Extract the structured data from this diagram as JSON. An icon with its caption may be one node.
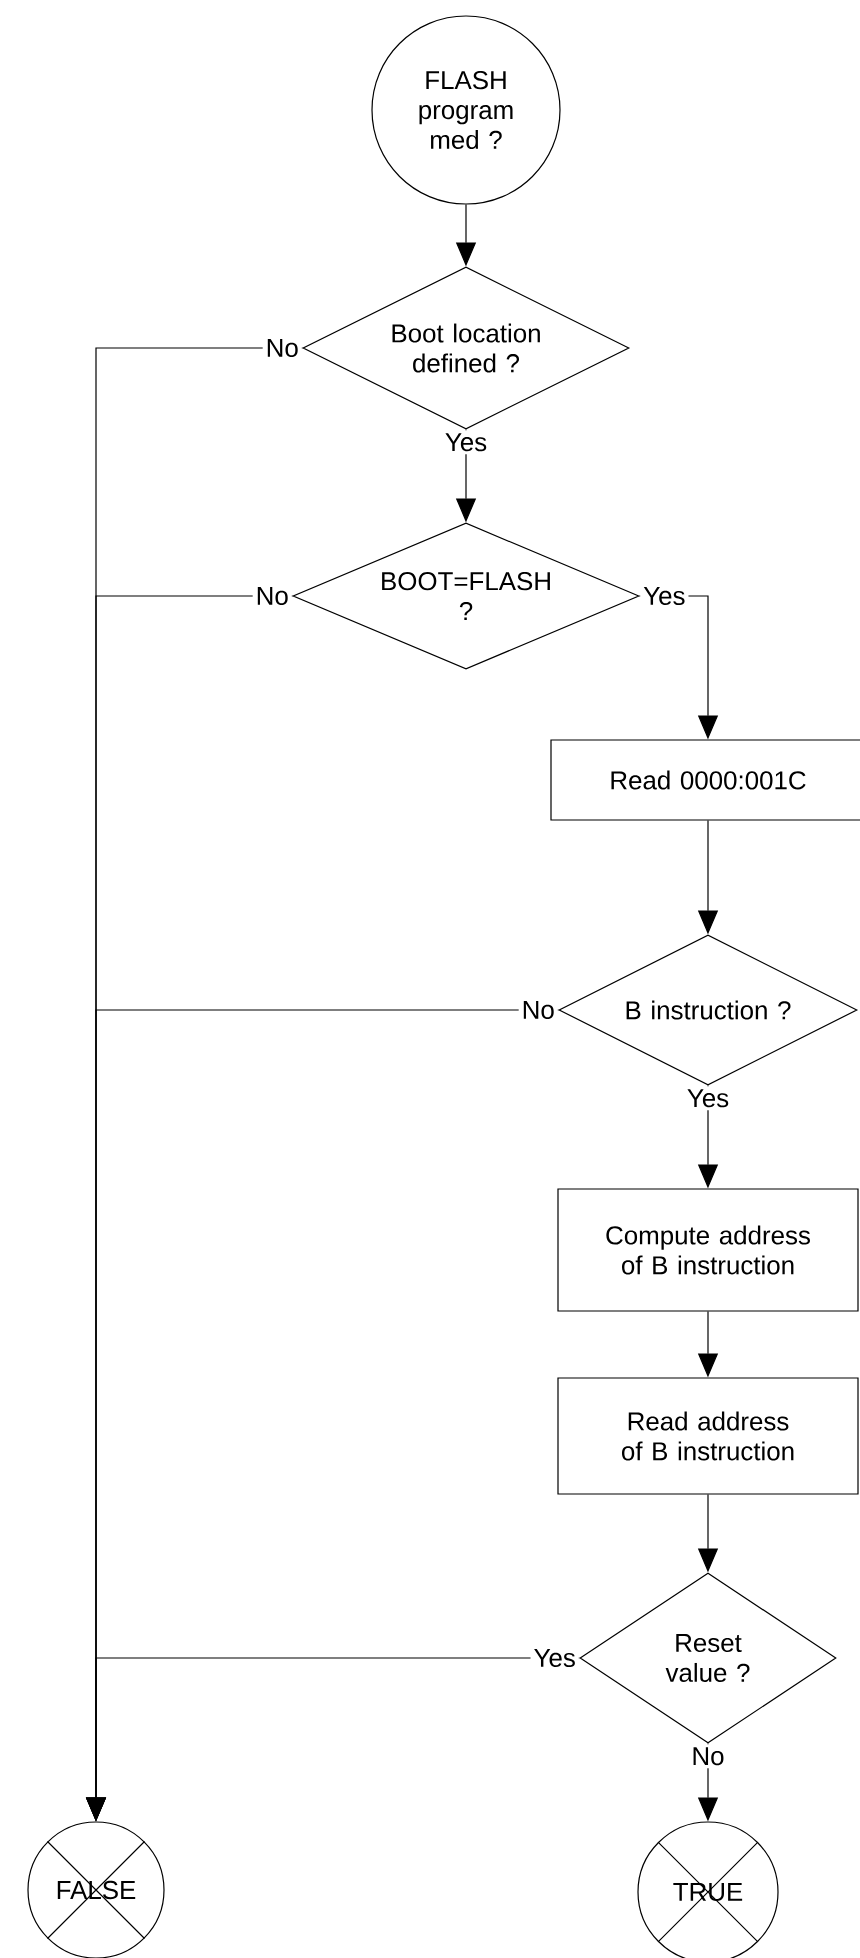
{
  "diagram": {
    "nodes": [
      {
        "text": [
          "FLASH program med ?"
        ]
      },
      {
        "text": [
          "Boot location defined ?"
        ]
      },
      {
        "text": [
          "BOOT=FLASH ?"
        ]
      },
      {
        "text": [
          "Read 0000:001C"
        ]
      },
      {
        "text": [
          "B instruction ?"
        ]
      },
      {
        "text": [
          "Compute address of B instruction"
        ]
      },
      {
        "text": [
          "Read address of B instruction"
        ]
      },
      {
        "text": [
          "Reset value ?"
        ]
      },
      {
        "text": [
          "FALSE"
        ]
      },
      {
        "text": [
          "TRUE"
        ]
      }
    ],
    "edges": [
      {
        "from": 0,
        "to": 1,
        "arrow": "to"
      },
      {
        "from": 1,
        "to": 2,
        "arrow": "to",
        "label": "Yes"
      },
      {
        "from": 1,
        "to": 8,
        "arrow": "to",
        "label": "No"
      },
      {
        "from": 2,
        "to": 3,
        "arrow": "to",
        "label": "Yes"
      },
      {
        "from": 2,
        "to": 8,
        "arrow": "to",
        "label": "No"
      },
      {
        "from": 3,
        "to": 4,
        "arrow": "to"
      },
      {
        "from": 4,
        "to": 8,
        "arrow": "to",
        "label": "No"
      },
      {
        "from": 4,
        "to": 5,
        "arrow": "to",
        "label": "Yes"
      },
      {
        "from": 5,
        "to": 6,
        "arrow": "to"
      },
      {
        "from": 6,
        "to": 7,
        "arrow": "to"
      },
      {
        "from": 7,
        "to": 8,
        "arrow": "to",
        "label": "Yes"
      },
      {
        "from": 7,
        "to": 9,
        "arrow": "to",
        "label": "No"
      }
    ]
  }
}
